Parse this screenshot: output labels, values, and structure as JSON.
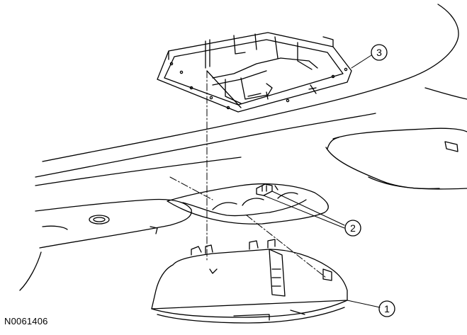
{
  "figure": {
    "id_label": "N0061406"
  },
  "callouts": [
    {
      "number": "1"
    },
    {
      "number": "2"
    },
    {
      "number": "3"
    }
  ]
}
